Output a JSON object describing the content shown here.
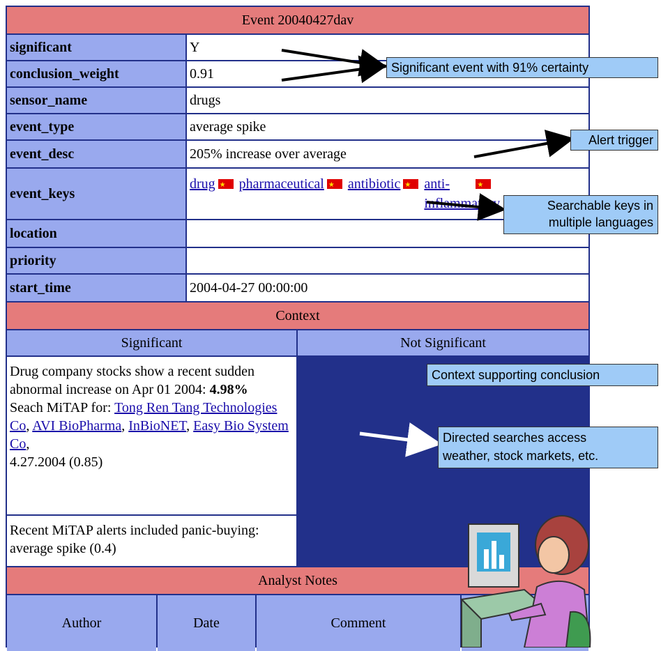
{
  "event": {
    "title": "Event 20040427dav",
    "rows": [
      {
        "label": "significant",
        "value": "Y"
      },
      {
        "label": "conclusion_weight",
        "value": "0.91"
      },
      {
        "label": "sensor_name",
        "value": "drugs"
      },
      {
        "label": "event_type",
        "value": "average spike"
      },
      {
        "label": "event_desc",
        "value": "205% increase over average"
      },
      {
        "label": "event_keys",
        "value": ""
      },
      {
        "label": "location",
        "value": ""
      },
      {
        "label": "priority",
        "value": ""
      },
      {
        "label": "start_time",
        "value": "2004-04-27 00:00:00"
      }
    ],
    "keys": [
      "drug",
      "pharmaceutical",
      "antibiotic",
      "anti-inflammatory"
    ]
  },
  "context": {
    "title": "Context",
    "significant_header": "Significant",
    "not_significant_header": "Not Significant",
    "entry1_text1": "Drug company stocks show a recent sudden abnormal increase on Apr 01 2004: ",
    "entry1_bold": "4.98%",
    "entry1_text2": "Seach MiTAP for: ",
    "entry1_links": [
      "Tong Ren Tang Technologies Co",
      "AVI BioPharma",
      "InBioNET",
      "Easy Bio System Co"
    ],
    "entry1_text3": "4.27.2004 (0.85)",
    "entry2": "Recent MiTAP alerts included panic-buying: average spike (0.4)"
  },
  "notes": {
    "title": "Analyst Notes",
    "columns": [
      "Author",
      "Date",
      "Comment"
    ]
  },
  "callouts": {
    "certainty": "Significant event with 91% certainty",
    "alert": "Alert trigger",
    "keys_line1": "Searchable keys in",
    "keys_line2": "multiple languages",
    "context": "Context supporting conclusion",
    "directed_line1": "Directed searches access",
    "directed_line2": "weather, stock markets, etc."
  },
  "colors": {
    "header": "#e57b7b",
    "label": "#99a9ee",
    "border": "#22308a",
    "callout": "#9fcbf7"
  }
}
